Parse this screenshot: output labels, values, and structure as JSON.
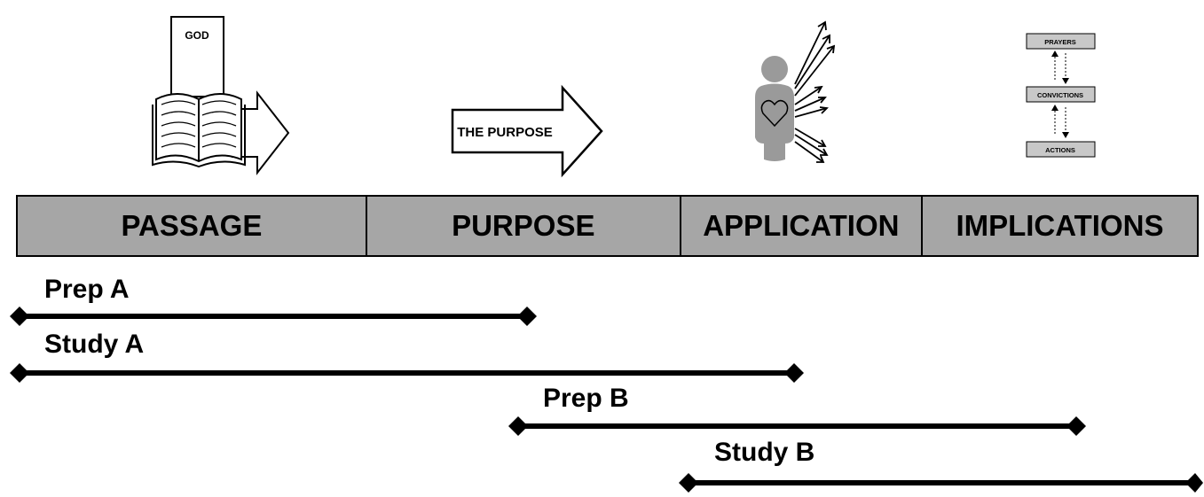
{
  "icons": {
    "passage_tablet_label": "GOD",
    "purpose_arrow_label": "THE PURPOSE",
    "implications_boxes": [
      "PRAYERS",
      "CONVICTIONS",
      "ACTIONS"
    ],
    "icon_names": [
      "book-icon",
      "arrow-icon",
      "person-heart-icon",
      "arrows-icon",
      "flow-boxes-icon"
    ]
  },
  "stages": [
    {
      "label": "PASSAGE"
    },
    {
      "label": "PURPOSE"
    },
    {
      "label": "APPLICATION"
    },
    {
      "label": "IMPLICATIONS"
    }
  ],
  "ranges": [
    {
      "label": "Prep A",
      "from": "PASSAGE start",
      "to": "PURPOSE middle"
    },
    {
      "label": "Study A",
      "from": "PASSAGE start",
      "to": "APPLICATION middle"
    },
    {
      "label": "Prep B",
      "from": "PURPOSE middle",
      "to": "IMPLICATIONS middle"
    },
    {
      "label": "Study B",
      "from": "APPLICATION start",
      "to": "IMPLICATIONS end"
    }
  ],
  "colors": {
    "bar_fill": "#a6a6a6",
    "icon_gray": "#9a9a9a",
    "line": "#000000"
  }
}
